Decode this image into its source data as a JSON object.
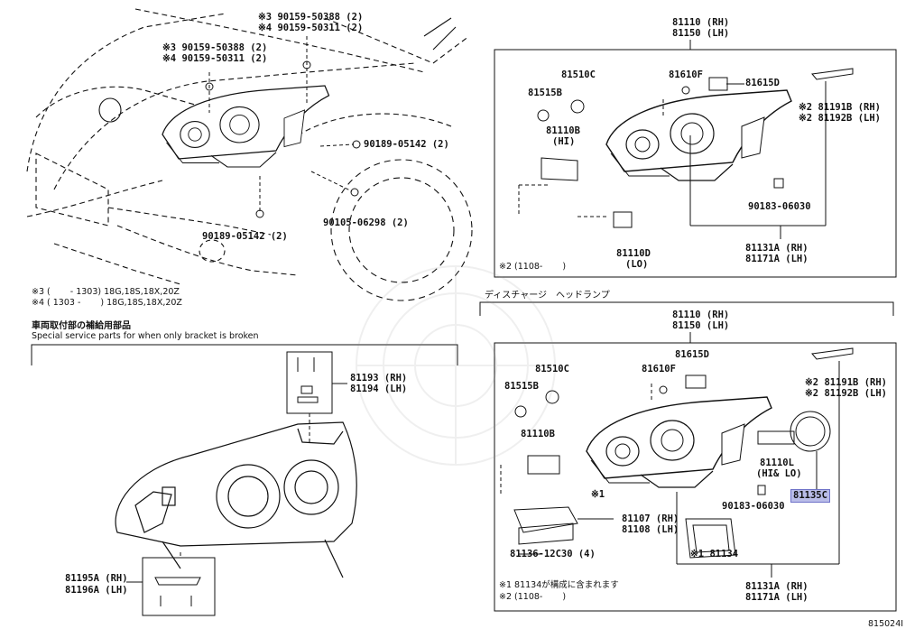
{
  "overview": {
    "bolt_note_a": [
      "※3 90159-50388 (2)",
      "※4 90159-50311 (2)"
    ],
    "bolt_note_b": [
      "※3 90159-50388 (2)",
      "※4 90159-50311 (2)"
    ],
    "nut_right": "90189-05142 (2)",
    "nut_bottom": "90189-05142 (2)",
    "screw": "90105-06298 (2)",
    "footnote_3": "※3 (　　 - 1303) 18G,18S,18X,20Z",
    "footnote_4": "※4 ( 1303 - 　　) 18G,18S,18X,20Z"
  },
  "bracket_section": {
    "title_jp": "車両取付部の補給用部品",
    "title_en": "Special service parts for when only bracket is broken",
    "upper_kit": [
      "81193 (RH)",
      "81194 (LH)"
    ],
    "lower_kit": [
      "81195A (RH)",
      "81196A (LH)"
    ]
  },
  "halogen_section": {
    "assembly": [
      "81110 (RH)",
      "81150 (LH)"
    ],
    "cap": "81510C",
    "clip": "81515B",
    "bulb_hi": [
      "81110B",
      "(HI)"
    ],
    "socket": "81610F",
    "bulb_side": "81615D",
    "bracket_note": [
      "※2 81191B (RH)",
      "※2 81192B (LH)"
    ],
    "nut": "90183-06030",
    "bulb_lo": [
      "81110D",
      "(LO)"
    ],
    "housing": [
      "81131A (RH)",
      "81171A (LH)"
    ],
    "footnote_2": "※2 (1108-　　 )"
  },
  "discharge_section": {
    "title": "ディスチャージ　ヘッドランプ",
    "assembly": [
      "81110 (RH)",
      "81150 (LH)"
    ],
    "bulb_side": "81615D",
    "cap": "81510C",
    "socket": "81610F",
    "clip": "81515B",
    "bulb_hi": "81110B",
    "bracket_note": [
      "※2 81191B (RH)",
      "※2 81192B (LH)"
    ],
    "bulb_hid": [
      "81110L",
      "(HI& LO)"
    ],
    "cover_highlight": "81135C",
    "nut": "90183-06030",
    "ballast_ref": "※1",
    "ballast": [
      "81107 (RH)",
      "81108 (LH)"
    ],
    "ballast_screw": "81136-12C30 (4)",
    "gasket": "※1 81134",
    "housing": [
      "81131A (RH)",
      "81171A (LH)"
    ],
    "footnote_1": "※1 81134が構成に含まれます",
    "footnote_2": "※2 (1108-　　 )"
  },
  "diagram_id": "815024I"
}
